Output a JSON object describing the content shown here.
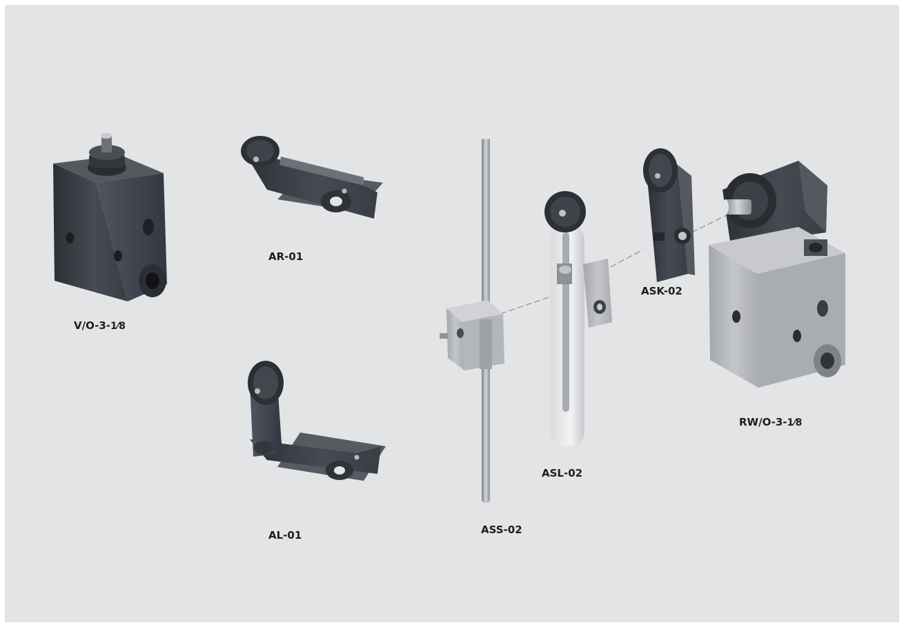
{
  "components": [
    {
      "id": "vo",
      "code": "V/O-3-",
      "fraction": "1⁄8"
    },
    {
      "id": "ar",
      "code": "AR-01",
      "fraction": ""
    },
    {
      "id": "al",
      "code": "AL-01",
      "fraction": ""
    },
    {
      "id": "ass",
      "code": "ASS-02",
      "fraction": ""
    },
    {
      "id": "asl",
      "code": "ASL-02",
      "fraction": ""
    },
    {
      "id": "ask",
      "code": "ASK-02",
      "fraction": ""
    },
    {
      "id": "rw",
      "code": "RW/O-3-",
      "fraction": "1⁄8"
    }
  ],
  "colors": {
    "background": "#e3e4e6",
    "metal_dark": "#3b3e45",
    "metal_light": "#b7babd",
    "label": "#1d1d1d"
  }
}
